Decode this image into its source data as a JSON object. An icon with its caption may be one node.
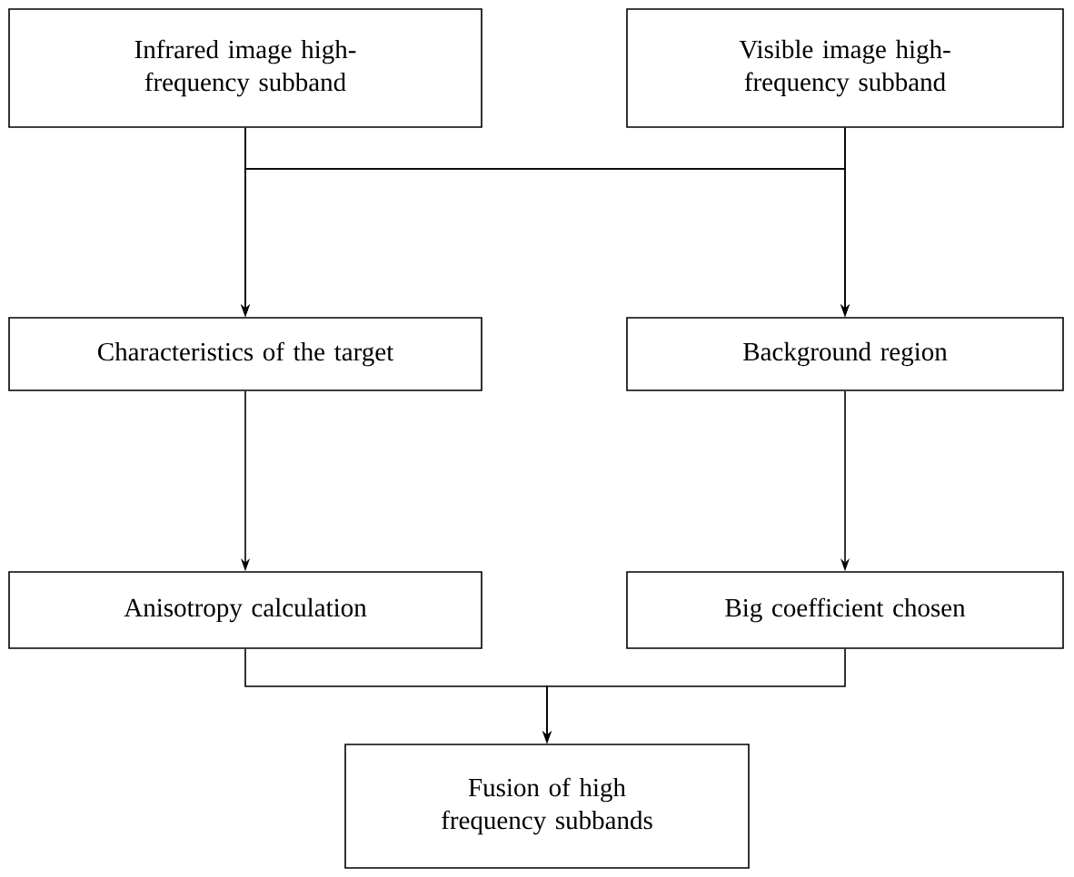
{
  "diagram": {
    "nodes": [
      {
        "text": [
          "Infrared image high-frequency subband"
        ]
      },
      {
        "text": [
          "Visible image high-frequency subband"
        ]
      },
      {
        "text": [
          "Characteristics of the target"
        ]
      },
      {
        "text": [
          "Background region"
        ]
      },
      {
        "text": [
          "Anisotropy calculation"
        ]
      },
      {
        "text": [
          "Big coefficient chosen"
        ]
      },
      {
        "text": [
          "Fusion of high frequency subbands"
        ]
      }
    ],
    "edges": [
      {
        "from": 0,
        "to": 2,
        "arrow": "to"
      },
      {
        "from": 0,
        "to": 3,
        "arrow": "to"
      },
      {
        "from": 1,
        "to": 2,
        "arrow": "to"
      },
      {
        "from": 1,
        "to": 3,
        "arrow": "to"
      },
      {
        "from": 2,
        "to": 4,
        "arrow": "to"
      },
      {
        "from": 3,
        "to": 5,
        "arrow": "to"
      },
      {
        "from": 4,
        "to": 6,
        "arrow": "to"
      },
      {
        "from": 5,
        "to": 6,
        "arrow": "to"
      }
    ]
  }
}
